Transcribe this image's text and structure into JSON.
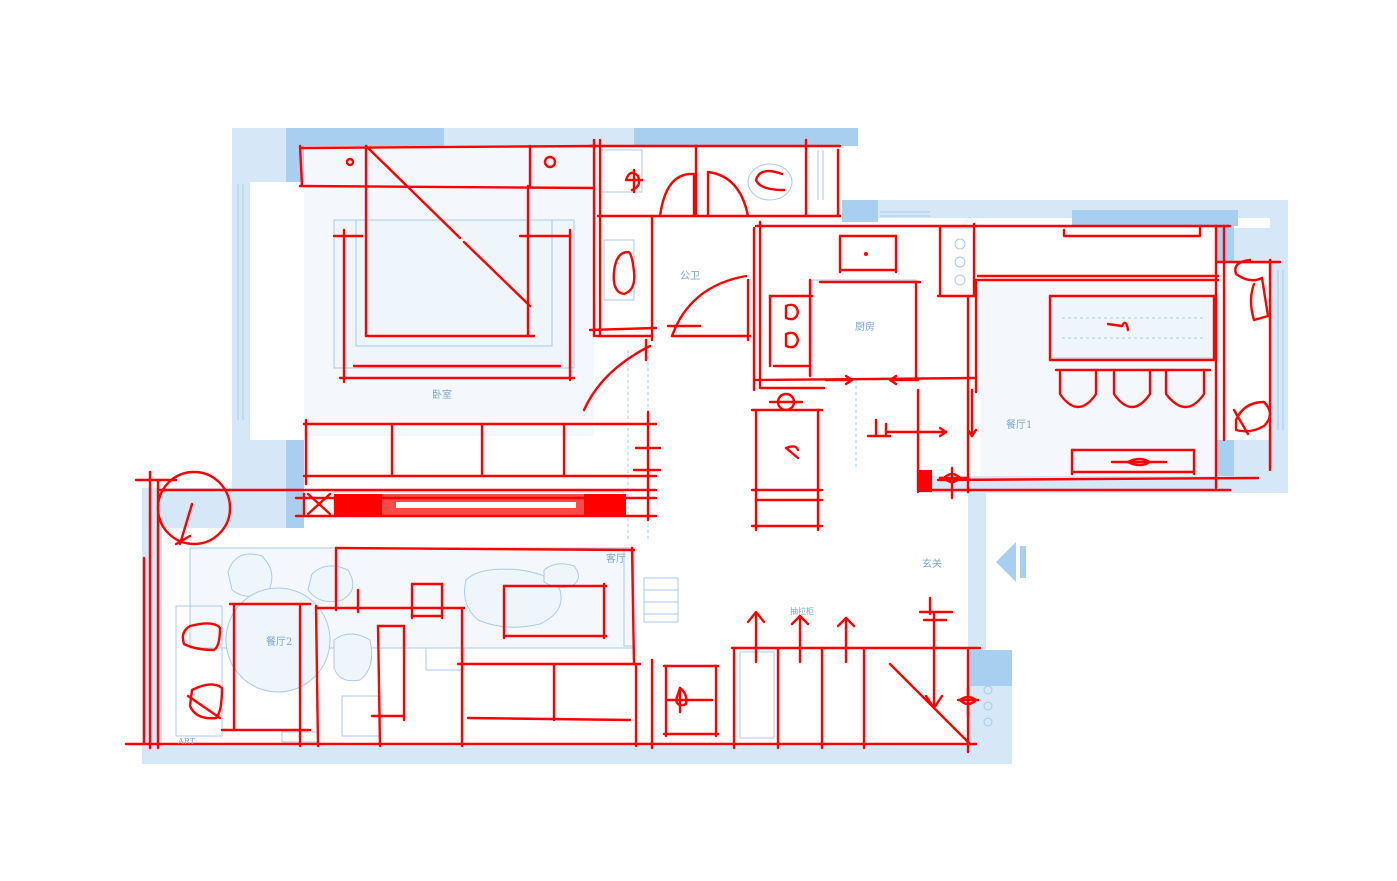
{
  "rooms": {
    "bedroom": "卧室",
    "public_bath": "公卫",
    "kitchen": "厨房",
    "dining1": "餐厅1",
    "living": "客厅",
    "foyer": "玄关",
    "dining2": "餐厅2",
    "drawer_cabinet": "抽拉柜",
    "art": "ART"
  },
  "markers": {
    "stair_up_1": "上",
    "stair_up_2": "上"
  },
  "colors": {
    "plan_line": "#a7cbea",
    "wall_fill": "#d6e8f7",
    "wall_dark": "#a9cff0",
    "sketch_red": "#ff0000",
    "label": "#7aa6cf"
  }
}
